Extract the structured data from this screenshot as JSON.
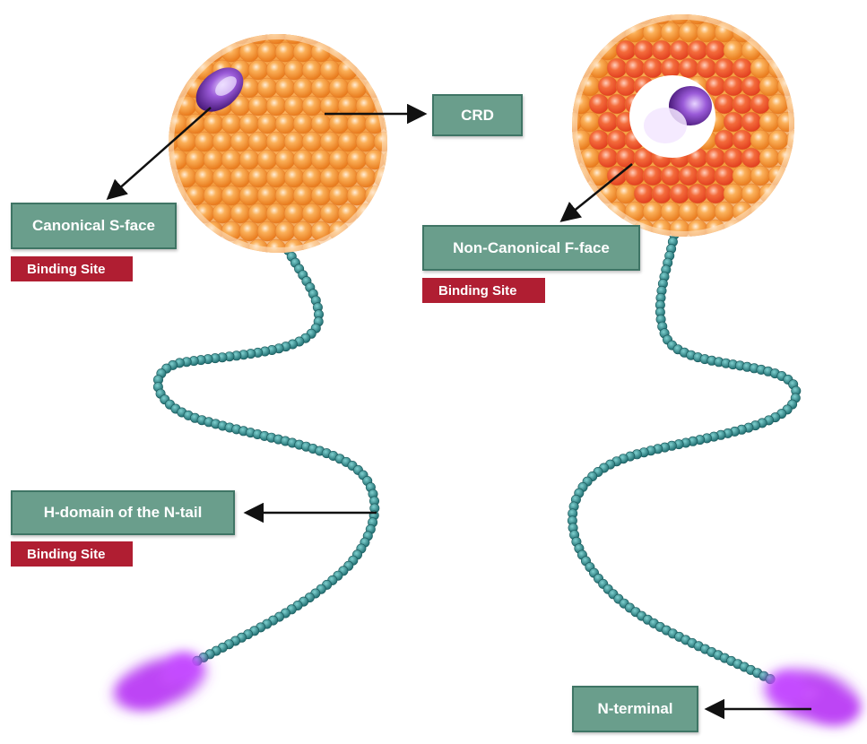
{
  "labels": {
    "crd": "CRD",
    "canonical": "Canonical S-face",
    "noncanonical": "Non-Canonical F-face",
    "hdomain": "H-domain of the N-tail",
    "nterminal": "N-terminal"
  },
  "badge_text": "Binding Site",
  "colors": {
    "label_fill": "#6a9e8c",
    "label_border": "#3f7565",
    "badge_fill": "#b01e32",
    "sphere_orange": "#f7931e",
    "face_red": "#f0482a",
    "pocket_purple": "#8a3fd0",
    "chain_teal": "#2f8a8a",
    "terminal_magenta": "#c13cff"
  }
}
